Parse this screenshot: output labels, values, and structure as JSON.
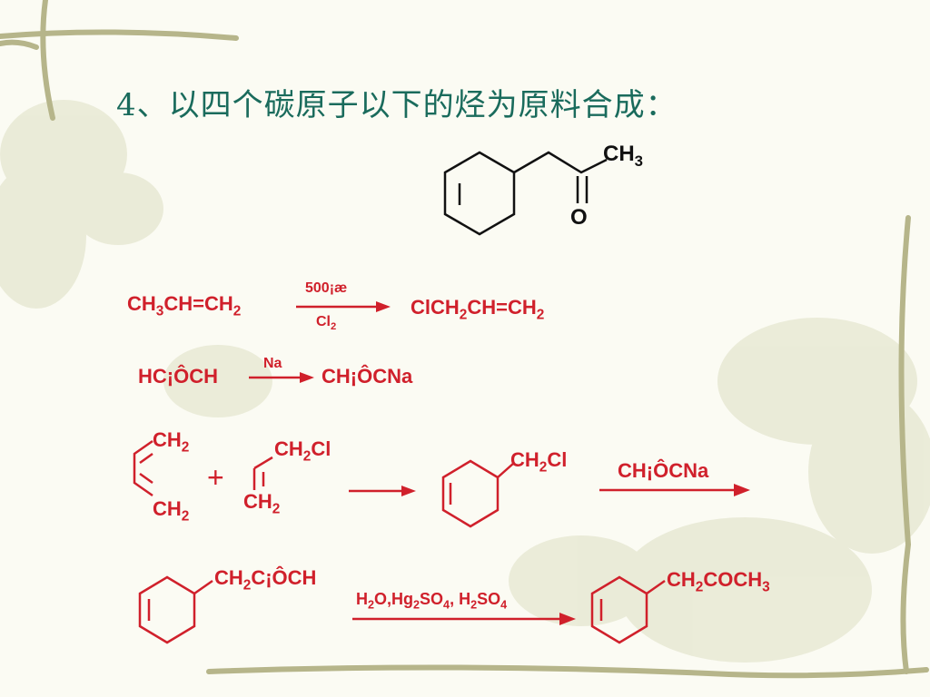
{
  "slide": {
    "title": "4、以四个碳原子以下的烃为原料合成："
  },
  "target": {
    "label_ch3": "CH",
    "label_ch3_sub": "3",
    "label_o": "O"
  },
  "reaction1": {
    "reactant_parts": [
      "CH",
      "3",
      "CH=CH",
      "2"
    ],
    "condition_top": "500¡æ",
    "condition_bottom_parts": [
      "Cl",
      "2"
    ],
    "product_parts": [
      "ClCH",
      "2",
      "CH=CH",
      "2"
    ]
  },
  "reaction2": {
    "reactant": "HC¡ÔCH",
    "condition_top": "Na",
    "product": "CH¡ÔCNa"
  },
  "reaction3": {
    "diene_top_parts": [
      "CH",
      "2"
    ],
    "diene_bottom_parts": [
      "CH",
      "2"
    ],
    "plus": "+",
    "allyl_top_parts": [
      "CH",
      "2",
      "Cl"
    ],
    "allyl_bottom_parts": [
      "CH",
      "2"
    ],
    "product_sub_parts": [
      "CH",
      "2",
      "Cl"
    ],
    "reagent": "CH¡ÔCNa"
  },
  "reaction4": {
    "reactant_sub_parts": [
      "CH",
      "2",
      "C¡ÔCH"
    ],
    "reagent_parts": [
      "H",
      "2",
      "O,Hg",
      "2",
      "SO",
      "4",
      ", H",
      "2",
      "SO",
      "4"
    ],
    "product_sub_parts": [
      "CH",
      "2",
      "COCH",
      "3"
    ]
  },
  "colors": {
    "title": "#1a6b5c",
    "reaction": "#d0202b",
    "structure": "#111111",
    "vine": "#b6b58a"
  }
}
